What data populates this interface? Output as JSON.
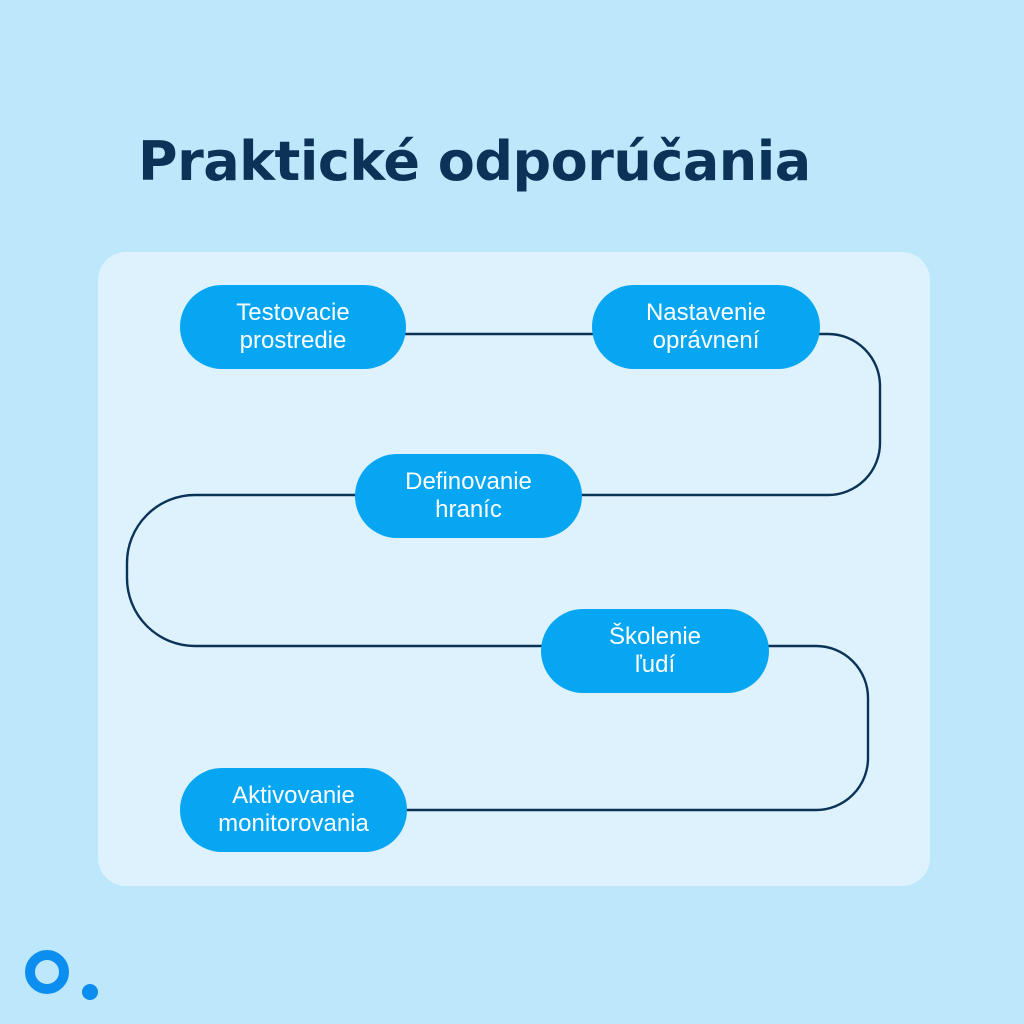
{
  "title": "Praktické odporúčania",
  "colors": {
    "background": "#bde7fb",
    "panel": "#ddf2fc",
    "step_fill": "#06a6f2",
    "step_text": "#ffffff",
    "connector_line": "#0b3358",
    "title_text": "#0b3358",
    "logo": "#0b8ef0"
  },
  "steps": [
    {
      "line1": "Testovacie",
      "line2": "prostredie"
    },
    {
      "line1": "Nastavenie",
      "line2": "oprávnení"
    },
    {
      "line1": "Definovanie",
      "line2": "hraníc"
    },
    {
      "line1": "Školenie",
      "line2": "ľudí"
    },
    {
      "line1": "Aktivovanie",
      "line2": "monitorovania"
    }
  ],
  "logo": {
    "icon": "ring-and-dot-logo"
  }
}
